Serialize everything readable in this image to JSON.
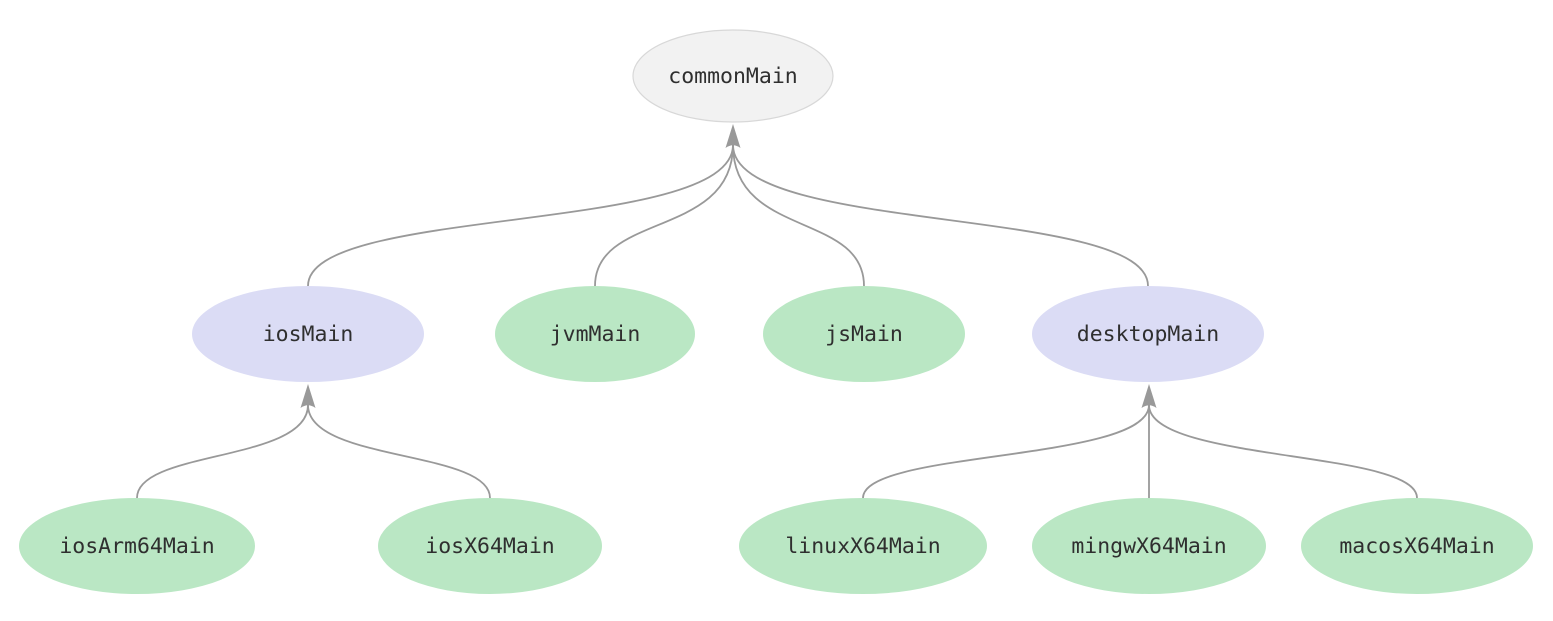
{
  "colors": {
    "background": "#ffffff",
    "common_fill": "#f2f2f2",
    "common_stroke": "#d8d8d8",
    "intermediate_fill": "#dbdcf5",
    "leaf_fill": "#bae7c4",
    "edge_stroke": "#999999",
    "text": "#2f2f2f"
  },
  "nodes": {
    "commonMain": {
      "label": "commonMain",
      "kind": "common"
    },
    "iosMain": {
      "label": "iosMain",
      "kind": "intermediate"
    },
    "jvmMain": {
      "label": "jvmMain",
      "kind": "leaf"
    },
    "jsMain": {
      "label": "jsMain",
      "kind": "leaf"
    },
    "desktopMain": {
      "label": "desktopMain",
      "kind": "intermediate"
    },
    "iosArm64Main": {
      "label": "iosArm64Main",
      "kind": "leaf"
    },
    "iosX64Main": {
      "label": "iosX64Main",
      "kind": "leaf"
    },
    "linuxX64Main": {
      "label": "linuxX64Main",
      "kind": "leaf"
    },
    "mingwX64Main": {
      "label": "mingwX64Main",
      "kind": "leaf"
    },
    "macosX64Main": {
      "label": "macosX64Main",
      "kind": "leaf"
    }
  },
  "edges": [
    {
      "from": "iosMain",
      "to": "commonMain"
    },
    {
      "from": "jvmMain",
      "to": "commonMain"
    },
    {
      "from": "jsMain",
      "to": "commonMain"
    },
    {
      "from": "desktopMain",
      "to": "commonMain"
    },
    {
      "from": "iosArm64Main",
      "to": "iosMain"
    },
    {
      "from": "iosX64Main",
      "to": "iosMain"
    },
    {
      "from": "linuxX64Main",
      "to": "desktopMain"
    },
    {
      "from": "mingwX64Main",
      "to": "desktopMain"
    },
    {
      "from": "macosX64Main",
      "to": "desktopMain"
    }
  ]
}
